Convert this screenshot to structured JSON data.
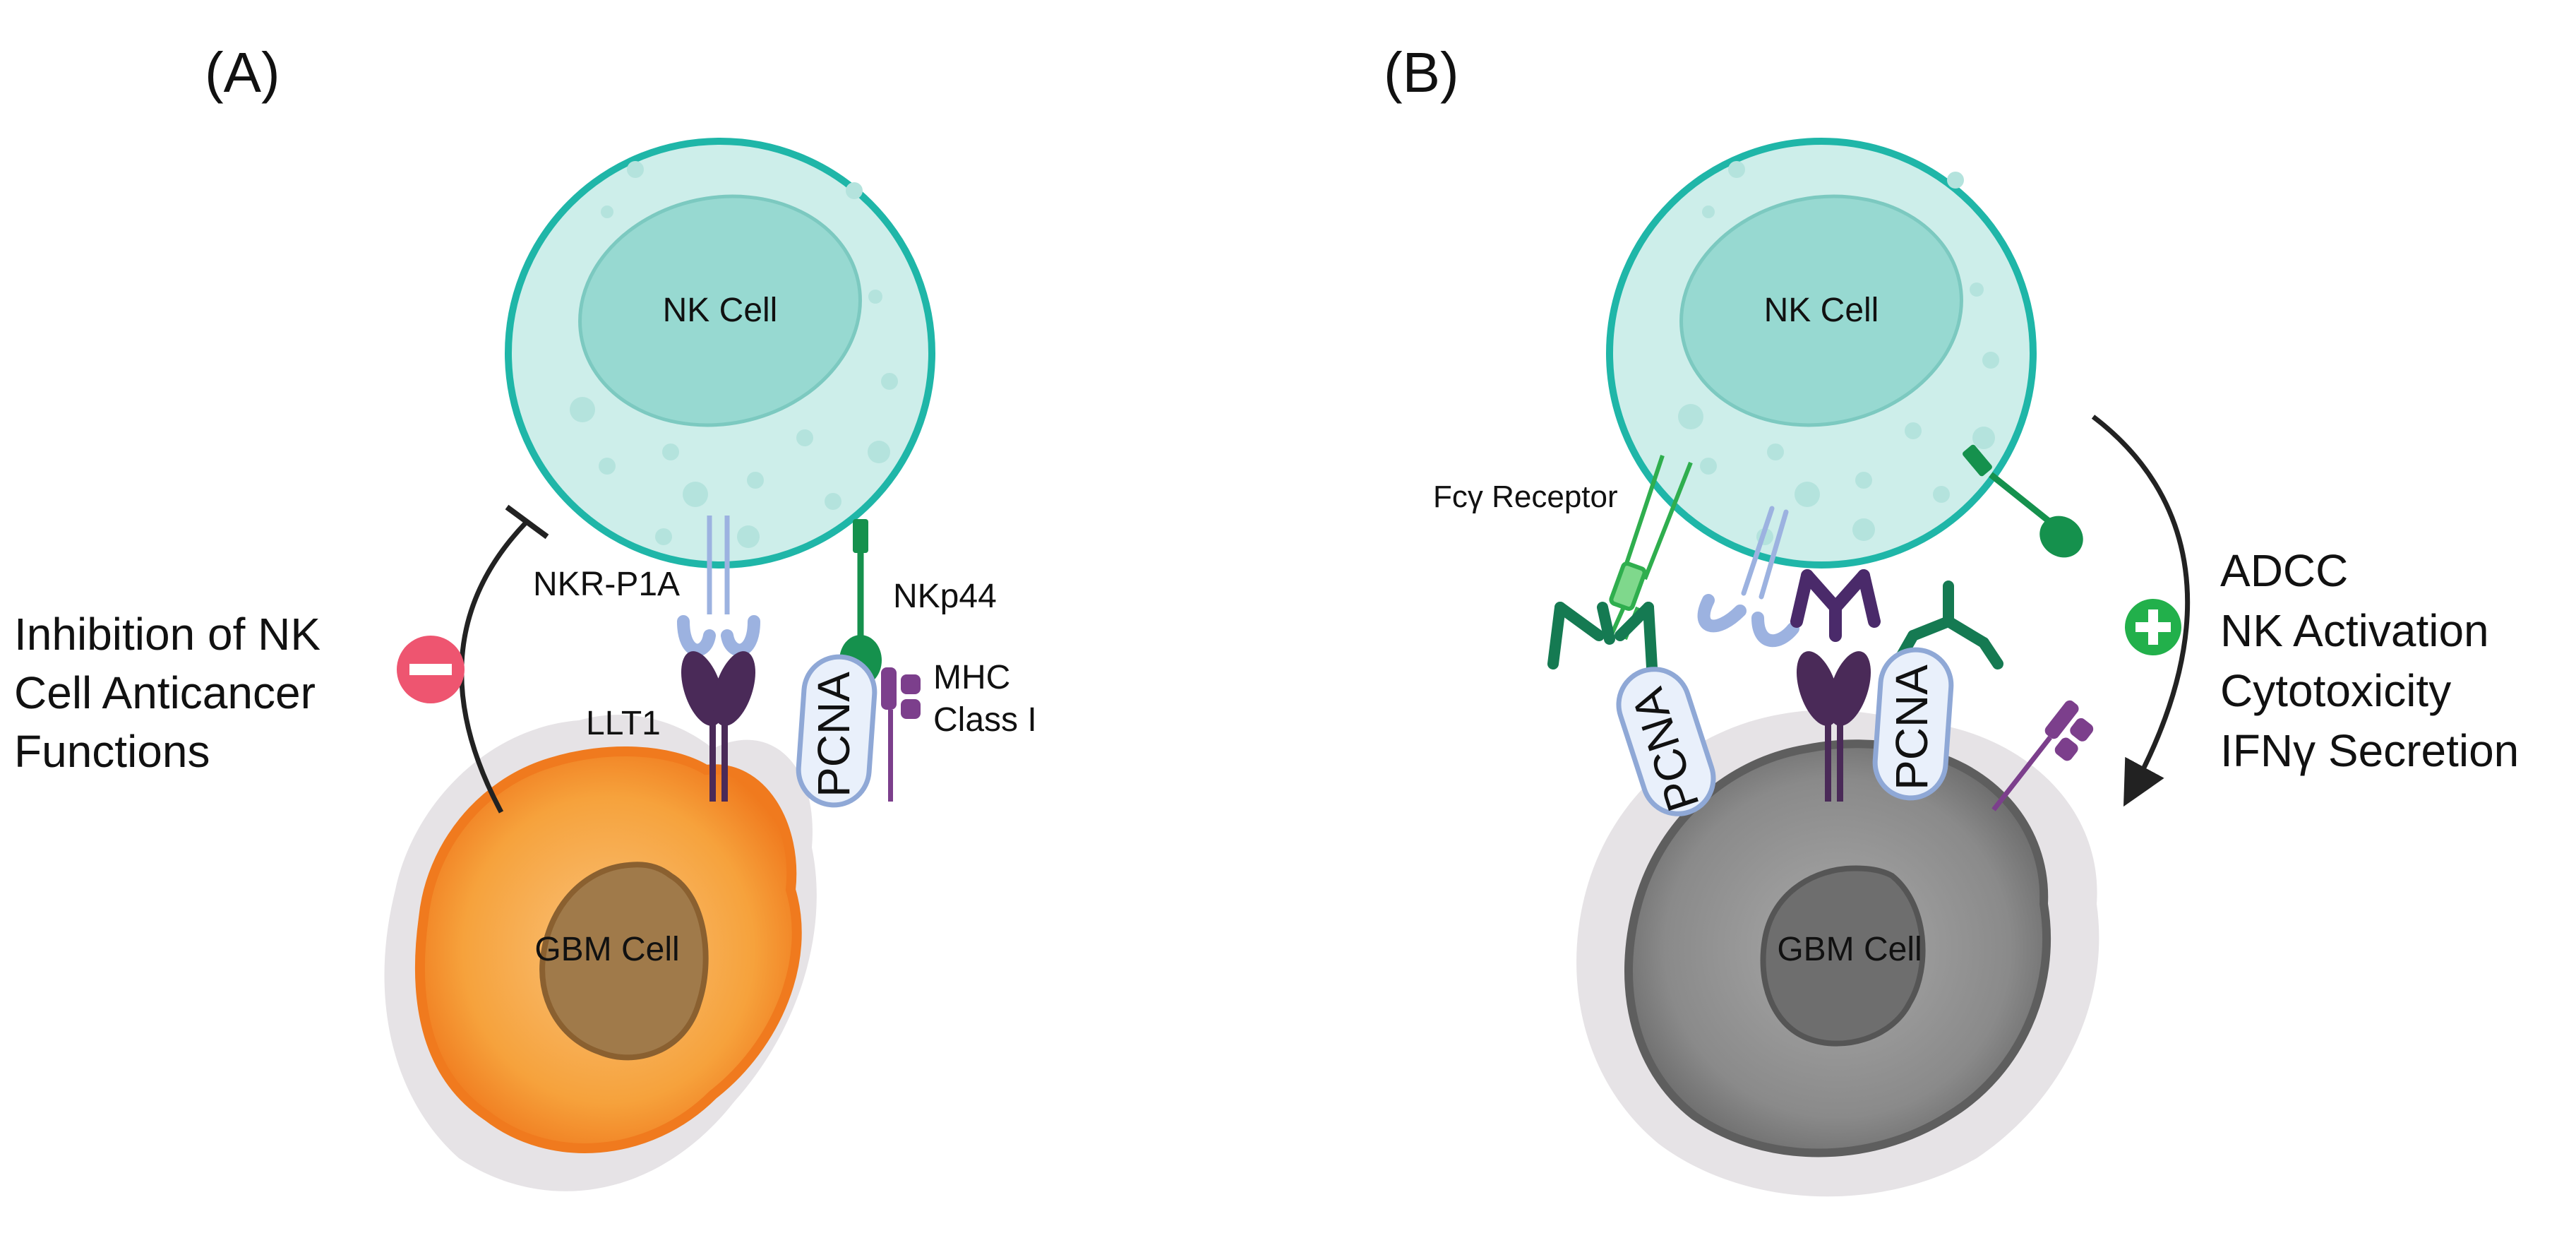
{
  "panels": {
    "a": {
      "panel_label": "(A)",
      "nk_cell": "NK Cell",
      "gbm_cell": "GBM Cell",
      "receptor_nkrp1a": "NKR-P1A",
      "ligand_llt1": "LLT1",
      "receptor_nkp44": "NKp44",
      "pcna": "PCNA",
      "mhc_line1": "MHC",
      "mhc_line2": "Class I",
      "effect_lines": [
        "Inhibition of NK",
        "Cell Anticancer",
        "Functions"
      ],
      "effect_sign": "minus"
    },
    "b": {
      "panel_label": "(B)",
      "nk_cell": "NK Cell",
      "gbm_cell": "GBM Cell",
      "fc_receptor": "Fcγ Receptor",
      "pcna_left": "PCNA",
      "pcna_right": "PCNA",
      "effect_lines": [
        "ADCC",
        "NK Activation",
        "Cytotoxicity",
        "IFNγ Secretion"
      ],
      "effect_sign": "plus"
    }
  },
  "colors": {
    "nk_fill": "#cdeeea",
    "nk_border": "#1fb6a8",
    "nk_nucleus": "#97d9d1",
    "gbm_orange": "#f6a23c",
    "gbm_orange_edge": "#f07a1e",
    "gbm_grey": "#8a8a8a",
    "minus_badge": "#ee5570",
    "plus_badge": "#22b04b",
    "llt1_purple": "#4a2a58",
    "nkp44_green": "#15914d",
    "mhc_purple": "#7c3f8c",
    "antibody_green": "#157a52",
    "pcna_border": "#8fa8d6"
  }
}
